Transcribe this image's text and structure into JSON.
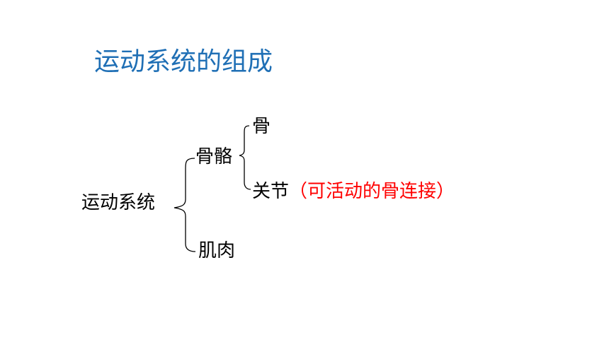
{
  "title": "运动系统的组成",
  "colors": {
    "title": "#1f6fb5",
    "note": "#ff0000",
    "text": "#000000",
    "background": "#ffffff"
  },
  "tree": {
    "root": "运动系统",
    "skeleton": {
      "label": "骨骼",
      "children": {
        "bone": "骨",
        "joint": "关节",
        "joint_note": "（可活动的骨连接）"
      }
    },
    "muscle": "肌肉"
  }
}
